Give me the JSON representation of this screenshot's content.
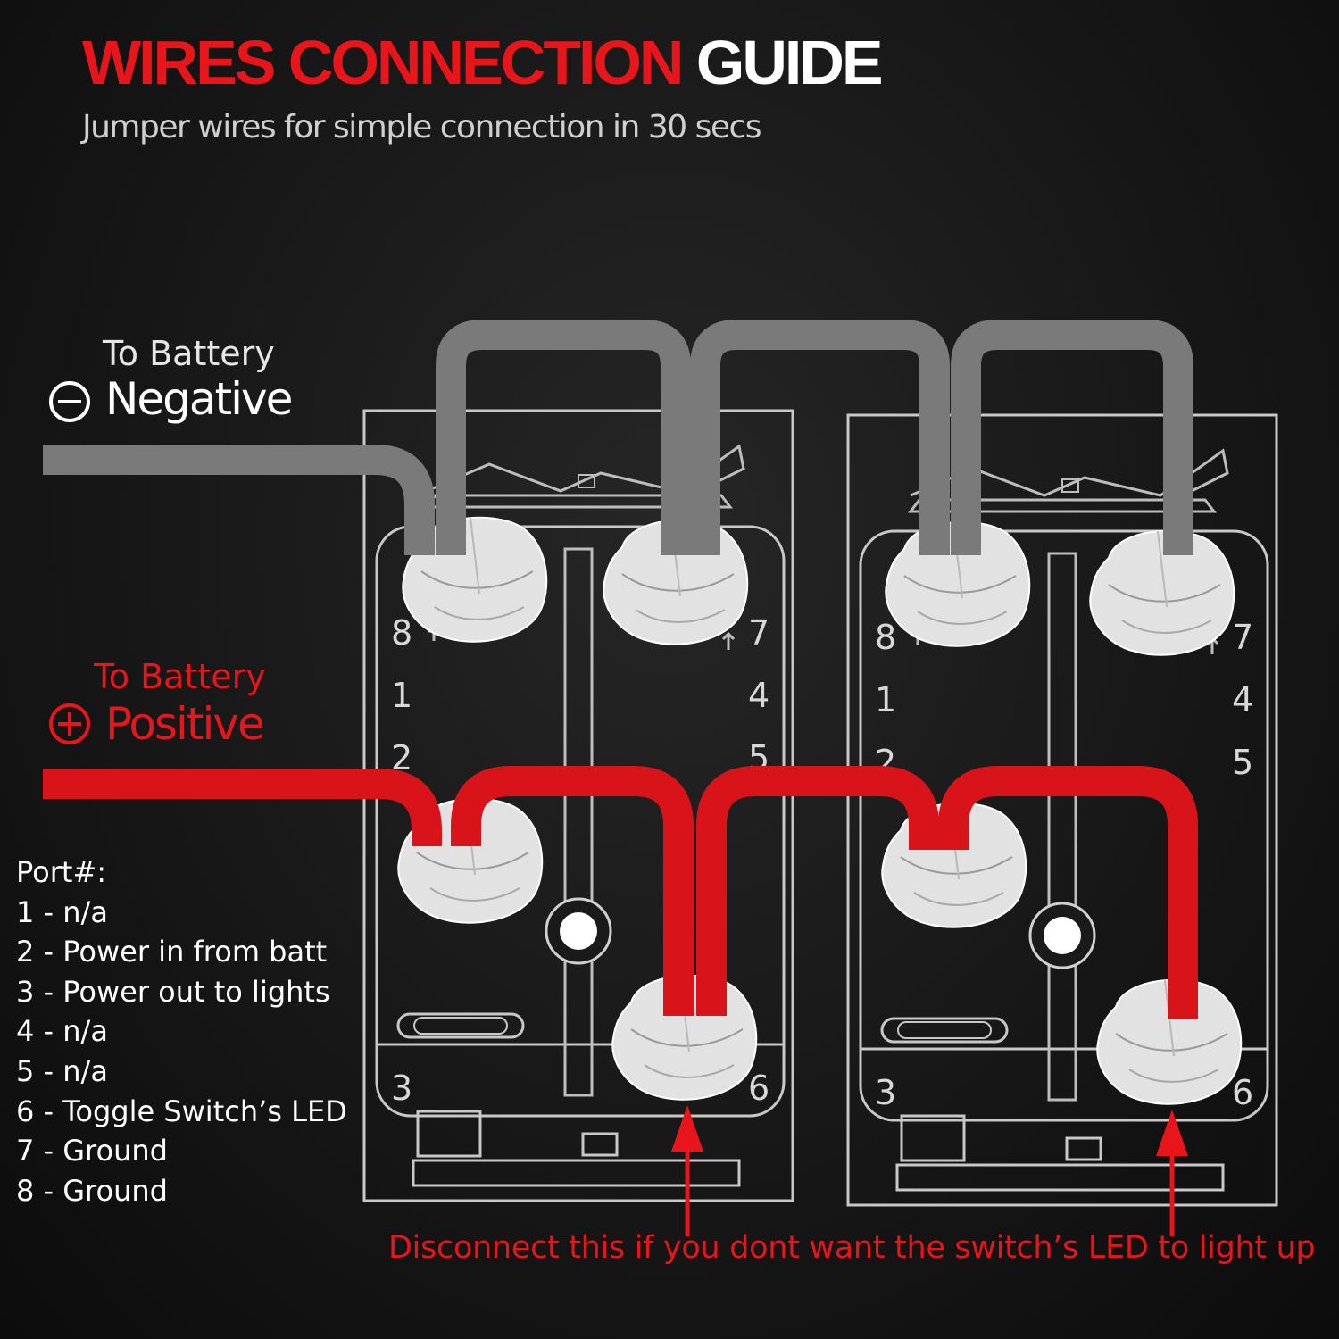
{
  "title": {
    "part_red": "WIRES CONNECTION",
    "part_white": "GUIDE"
  },
  "subtitle": "Jumper wires for simple connection in 30 secs",
  "negative": {
    "caption": "To Battery",
    "label": "Negative"
  },
  "positive": {
    "caption": "To Battery",
    "label": "Positive"
  },
  "port_legend": {
    "heading": "Port#:",
    "items": [
      "1 - n/a",
      "2 - Power in from batt",
      "3 - Power out to lights",
      "4 - n/a",
      "5 - n/a",
      "6 - Toggle Switch’s LED",
      "7 - Ground",
      "8 - Ground"
    ]
  },
  "switches": [
    {
      "pin_labels": [
        "8",
        "1",
        "2",
        "3",
        "7",
        "4",
        "5",
        "6"
      ]
    },
    {
      "pin_labels": [
        "8",
        "1",
        "2",
        "3",
        "7",
        "4",
        "5",
        "6"
      ]
    }
  ],
  "note": "Disconnect this if you dont want the switch’s LED to light up",
  "colors": {
    "accent_red": "#e8151b",
    "ground_wire": "#7a7a7a",
    "power_wire": "#d8141a",
    "background": "#1a1a1a"
  },
  "icons": {
    "negative": "minus-circle-icon",
    "positive": "plus-circle-icon"
  }
}
